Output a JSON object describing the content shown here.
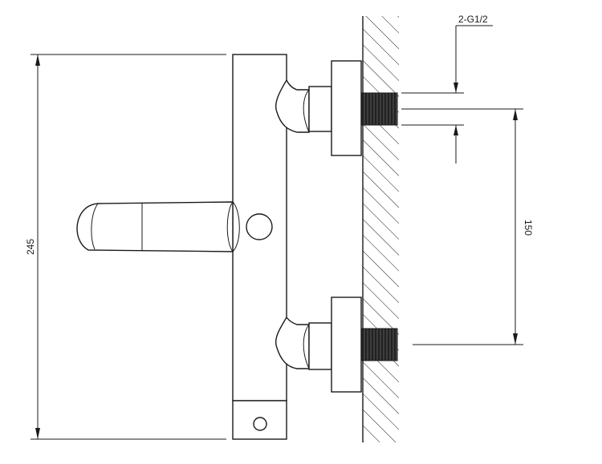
{
  "dimensions": {
    "height_label": "245",
    "spacing_label": "150",
    "thread_label": "2-G1/2"
  }
}
